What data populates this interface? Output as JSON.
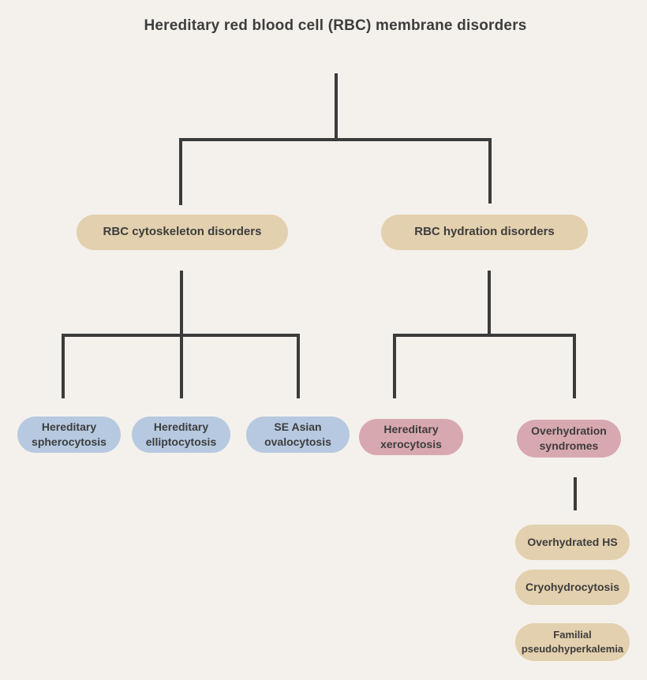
{
  "title": "Hereditary red blood cell (RBC) membrane disorders",
  "colors": {
    "background": "#f4f1ec",
    "tan": "#e3d0ae",
    "blue": "#b6c9e0",
    "pink": "#d8a8b0",
    "line": "#3b3b3b",
    "text": "#3d3d3d"
  },
  "nodes": {
    "cytoskeleton": {
      "label": "RBC cytoskeleton disorders",
      "color": "#e3d0ae"
    },
    "hydration": {
      "label": "RBC hydration disorders",
      "color": "#e3d0ae"
    },
    "spherocytosis": {
      "label": "Hereditary\nspherocytosis",
      "color": "#b6c9e0"
    },
    "elliptocytosis": {
      "label": "Hereditary\nelliptocytosis",
      "color": "#b6c9e0"
    },
    "ovalocytosis": {
      "label": "SE Asian\novalocytosis",
      "color": "#b6c9e0"
    },
    "xerocytosis": {
      "label": "Hereditary\nxerocytosis",
      "color": "#d8a8b0"
    },
    "overhydration": {
      "label": "Overhydration\nsyndromes",
      "color": "#d8a8b0"
    },
    "overhydrated_hs": {
      "label": "Overhydrated HS",
      "color": "#e3d0ae"
    },
    "cryohydrocytosis": {
      "label": "Cryohydrocytosis",
      "color": "#e3d0ae"
    },
    "pseudohyperkalemia": {
      "label": "Familial\npseudohyperkalemia",
      "color": "#e3d0ae"
    }
  },
  "structure": {
    "Hereditary red blood cell (RBC) membrane disorders": [
      "RBC cytoskeleton disorders",
      "RBC hydration disorders"
    ],
    "RBC cytoskeleton disorders": [
      "Hereditary spherocytosis",
      "Hereditary elliptocytosis",
      "SE Asian ovalocytosis"
    ],
    "RBC hydration disorders": [
      "Hereditary xerocytosis",
      "Overhydration syndromes"
    ],
    "Overhydration syndromes": [
      "Overhydrated HS",
      "Cryohydrocytosis",
      "Familial pseudohyperkalemia"
    ]
  }
}
